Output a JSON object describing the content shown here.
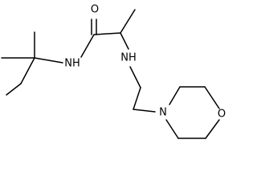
{
  "molecule": {
    "atoms": {
      "carbonyl_oxygen": "O",
      "amide_nitrogen": "NH",
      "amine_nitrogen": "NH",
      "morpholine_nitrogen": "N",
      "morpholine_oxygen": "O"
    }
  }
}
